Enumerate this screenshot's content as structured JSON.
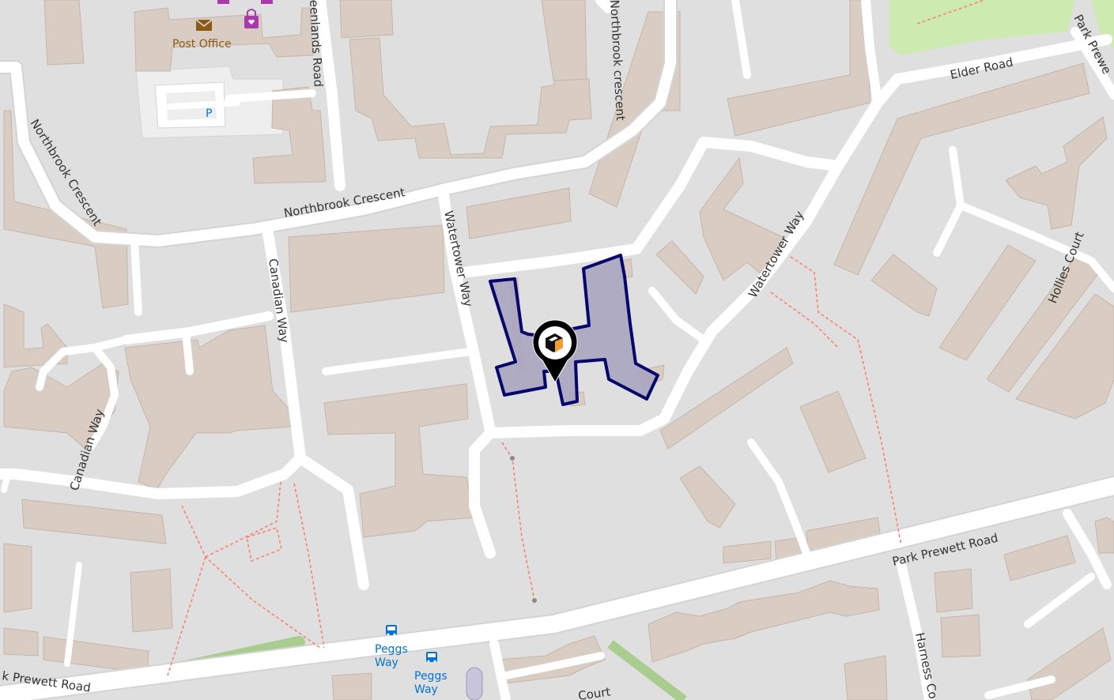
{
  "colors": {
    "background": "#e0dfdf",
    "road": "#ffffff",
    "road_casing": "#d4d4d4",
    "building": "#d9cdc3",
    "building_edge": "#c4b5a9",
    "park": "#cdebb0",
    "grass_strip": "#a9cd8e",
    "parking": "#eeeeee",
    "path": "#fa8072",
    "highlight_fill": "#a9a5c0",
    "highlight_stroke": "#06066b",
    "post_office": "#8a5a16",
    "shop_icon": "#ac39ac",
    "bus_stop": "#0072d6",
    "marker": "#000000",
    "marker_accent": "#f39c34"
  },
  "streets": {
    "northbrook_crescent_main": "Northbrook Crescent",
    "northbrook_crescent_west": "Northbrook Crescent",
    "northbrook_crescent_east": "Northbrook crescent",
    "greenlands_road": "eenlands Road",
    "watertower_way_west": "Watertower Way",
    "watertower_way_east": "Watertower Way",
    "canadian_way_north": "Canadian Way",
    "canadian_way_south": "Canadian Way",
    "elder_road": "Elder Road",
    "park_prewett_top": "Park Prewe",
    "park_prewett_road_east": "Park Prewett Road",
    "park_prewett_road_west": "k Prewett Road",
    "hollies_court": "Hollies Court",
    "harness_court": "Harness Co",
    "court_bottom": "Court"
  },
  "pois": {
    "post_office": {
      "label": "Post Office",
      "icon": "envelope-icon"
    },
    "shop": {
      "icon": "shopping-bag-icon"
    },
    "parking": {
      "label": "P",
      "icon": "parking-icon"
    },
    "bus_stop_1": {
      "label": "Peggs Way",
      "icon": "bus-icon"
    },
    "bus_stop_2": {
      "label": "Peggs Way",
      "icon": "bus-icon"
    }
  },
  "marker": {
    "icon": "location-pin-icon"
  }
}
